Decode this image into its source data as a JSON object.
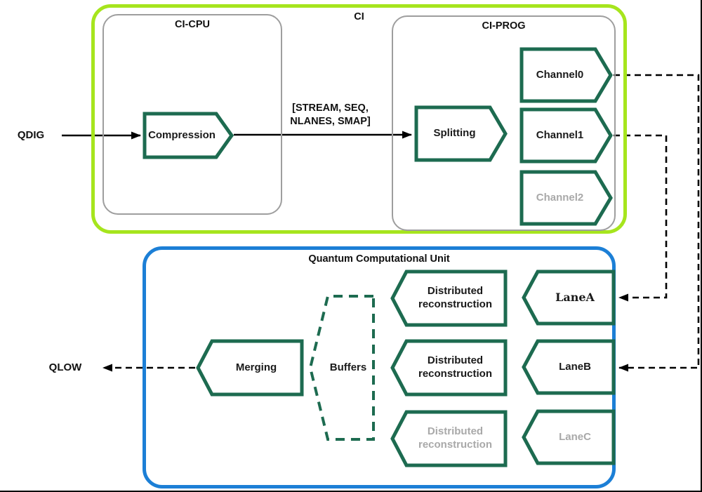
{
  "diagram": {
    "io": {
      "qdig": "QDIG",
      "qlow": "QLOW"
    },
    "edge_label": "[STREAM, SEQ,\nNLANES, SMAP]",
    "ci": {
      "title": "CI",
      "cpu": {
        "title": "CI-CPU",
        "compression_label": "Compression"
      },
      "prog": {
        "title": "CI-PROG",
        "splitting_label": "Splitting",
        "channels": [
          {
            "label": "Channel0",
            "disabled": false
          },
          {
            "label": "Channel1",
            "disabled": false
          },
          {
            "label": "Channel2",
            "disabled": true
          }
        ]
      }
    },
    "qcu": {
      "title": "Quantum Computational Unit",
      "merging_label": "Merging",
      "buffers_label": "Buffers",
      "reconstructions": [
        {
          "label": "Distributed\nreconstruction",
          "disabled": false
        },
        {
          "label": "Distributed\nreconstruction",
          "disabled": false
        },
        {
          "label": "Distributed\nreconstruction",
          "disabled": true
        }
      ],
      "lanes": [
        {
          "label": "LaneA",
          "disabled": false
        },
        {
          "label": "LaneB",
          "disabled": false
        },
        {
          "label": "LaneC",
          "disabled": true
        }
      ]
    },
    "colors": {
      "shape_stroke": "#1d6b50",
      "ci_border": "#a6e51d",
      "qcu_border": "#1c7fd6",
      "inner_border": "#9e9e9e",
      "disabled_text": "#a9a9a9",
      "wire": "#000000"
    }
  }
}
